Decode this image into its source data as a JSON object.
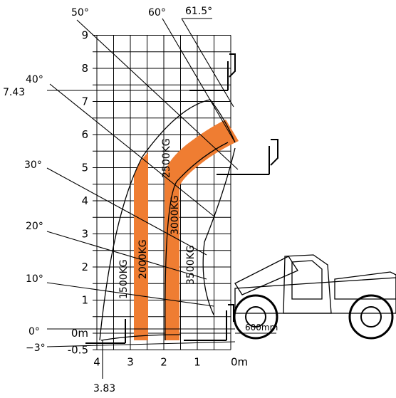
{
  "y_axis": {
    "ticks": [
      "9",
      "8",
      "7",
      "6",
      "5",
      "4",
      "3",
      "2",
      "1",
      "0m",
      "-0.5"
    ],
    "values": [
      9,
      8,
      7,
      6,
      5,
      4,
      3,
      2,
      1,
      0,
      -0.5
    ]
  },
  "x_axis": {
    "ticks": [
      "4",
      "3",
      "2",
      "1",
      "0m"
    ],
    "values": [
      4,
      3,
      2,
      1,
      0
    ]
  },
  "boom_angles": [
    {
      "label": "61.5°",
      "deg": 61.5
    },
    {
      "label": "60°",
      "deg": 60
    },
    {
      "label": "50°",
      "deg": 50
    },
    {
      "label": "40°",
      "deg": 40
    },
    {
      "label": "30°",
      "deg": 30
    },
    {
      "label": "20°",
      "deg": 20
    },
    {
      "label": "10°",
      "deg": 10
    },
    {
      "label": "0°",
      "deg": 0
    },
    {
      "label": "−3°",
      "deg": -3
    }
  ],
  "markers": {
    "max_height": "7.43",
    "max_reach": "3.83",
    "offset": "600mm"
  },
  "load_zones": [
    {
      "label": "1500KG",
      "kg": 1500
    },
    {
      "label": "2000KG",
      "kg": 2000
    },
    {
      "label": "2500KG",
      "kg": 2500
    },
    {
      "label": "3000KG",
      "kg": 3000
    },
    {
      "label": "3500KG",
      "kg": 3500
    }
  ],
  "colors": {
    "load_band": "#ef7d32",
    "line": "#000000",
    "background": "#ffffff"
  }
}
